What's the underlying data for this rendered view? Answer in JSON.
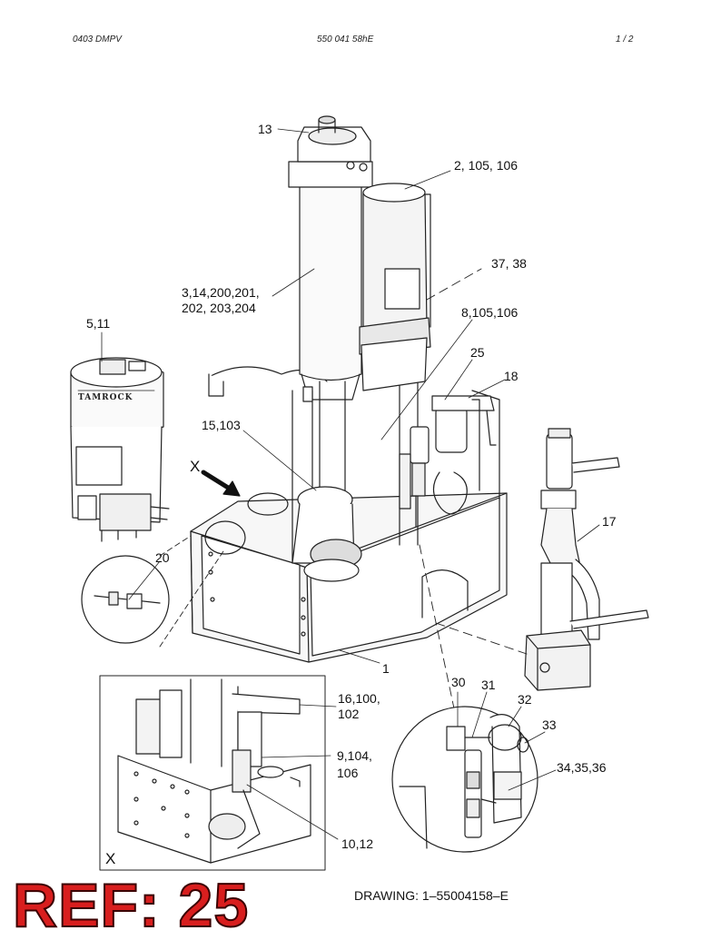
{
  "header": {
    "left": "0403  DMPV",
    "center": "550 041 58hE",
    "right": "1 /  2"
  },
  "callouts": {
    "c13": "13",
    "c2": "2, 105, 106",
    "c37": "37, 38",
    "c3a": "3,14,200,201,",
    "c3b": "202, 203,204",
    "c8": "8,105,106",
    "c511": "5,11",
    "c25": "25",
    "c18": "18",
    "c15": "15,103",
    "cx": "X",
    "c17": "17",
    "c20": "20",
    "c1": "1",
    "c16a": "16,100,",
    "c16b": "102",
    "c30": "30",
    "c31": "31",
    "c32": "32",
    "c33": "33",
    "c9a": "9,104,",
    "c9b": "106",
    "c34": "34,35,36",
    "c10": "10,12",
    "cx2": "X"
  },
  "brand_label": "TAMROCK",
  "ref_stamp": "REF: 25",
  "drawing_number": "DRAWING: 1–55004158–E"
}
